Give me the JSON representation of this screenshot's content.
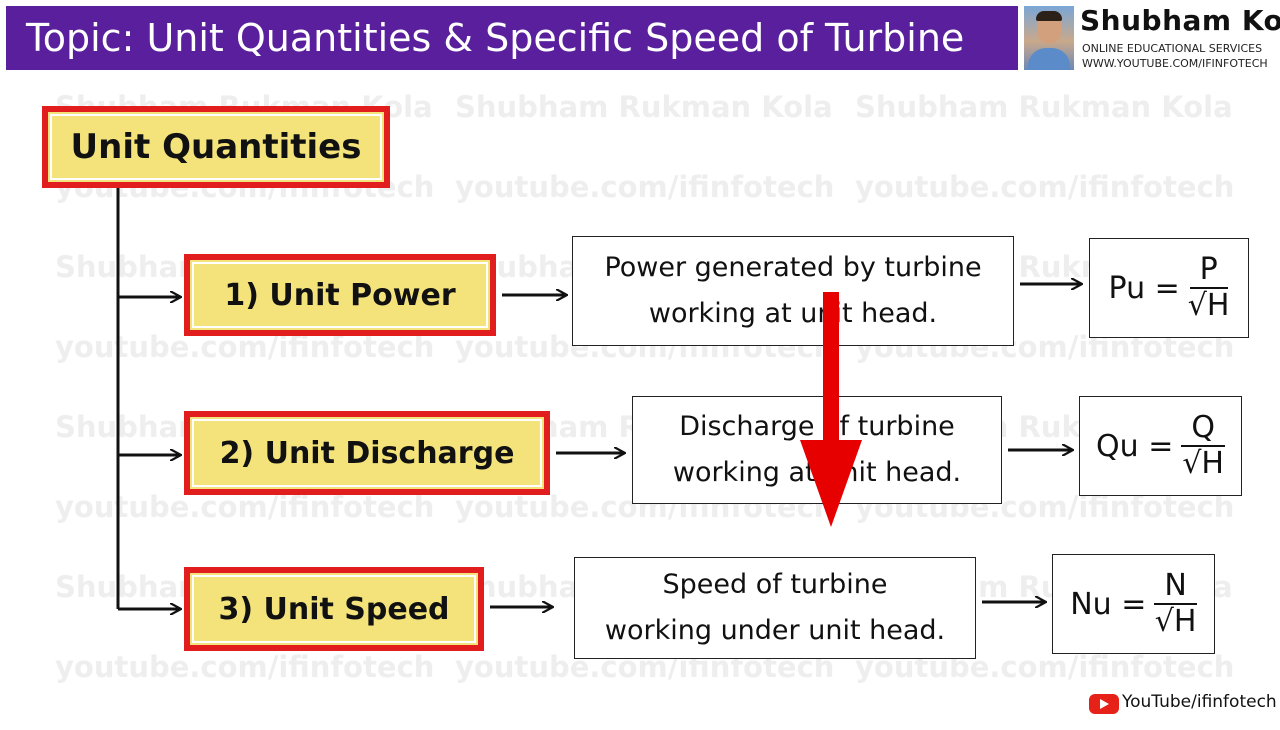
{
  "header": {
    "title": "Topic: Unit Quantities & Specific Speed of Turbine",
    "brand_name": "Shubham Kola",
    "brand_tagline": "ONLINE EDUCATIONAL SERVICES",
    "brand_url": "WWW.YOUTUBE.COM/IFINFOTECH"
  },
  "watermark": {
    "line1": "Shubham Rukman Kola",
    "line2": "youtube.com/ifinfotech"
  },
  "root": {
    "label": "Unit Quantities"
  },
  "items": [
    {
      "label": "1) Unit Power",
      "definition": [
        "Power generated by turbine",
        "working at unit head."
      ],
      "formula": {
        "lhs": "Pu =",
        "numerator": "P",
        "denominator": "√H"
      }
    },
    {
      "label": "2) Unit Discharge",
      "definition": [
        "Discharge of turbine",
        "working at unit head."
      ],
      "formula": {
        "lhs": "Qu =",
        "numerator": "Q",
        "denominator": "√H"
      }
    },
    {
      "label": "3) Unit Speed",
      "definition": [
        "Speed of turbine",
        "working under unit head."
      ],
      "formula": {
        "lhs": "Nu =",
        "numerator": "N",
        "denominator": "√H"
      }
    }
  ],
  "footer": {
    "youtube_handle": "YouTube/ifinfotech"
  },
  "colors": {
    "header_bg": "#5a1f9c",
    "highlight_fill": "#f3e37a",
    "highlight_border": "#e11d1d",
    "annotation_arrow": "#e60000"
  }
}
